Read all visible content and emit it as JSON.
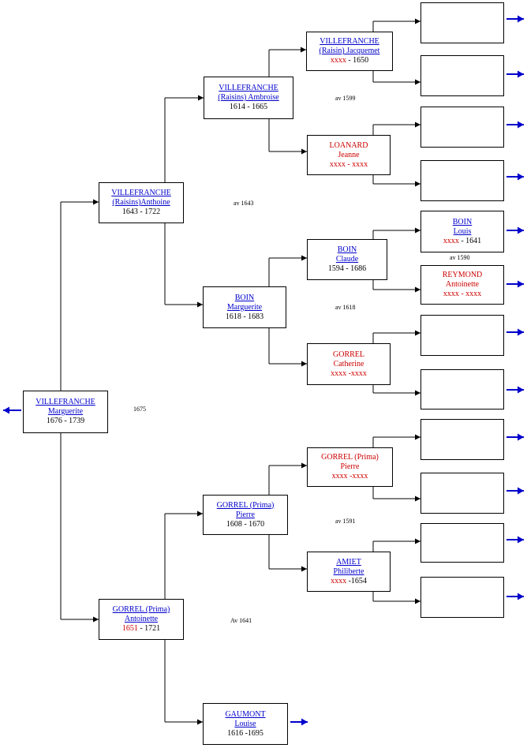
{
  "colors": {
    "link": "#0000cc",
    "unknown": "#cc0000",
    "line": "#000000",
    "arrow": "#0000cc"
  },
  "persons": {
    "g0": {
      "lines": [
        {
          "t": "VILLEFRANCHE",
          "c": "lnk"
        },
        {
          "t": "Marguerite",
          "c": "lnk"
        },
        {
          "t": "1676 - 1739",
          "c": "blk"
        }
      ]
    },
    "g1a": {
      "lines": [
        {
          "t": "VILLEFRANCHE",
          "c": "lnk"
        },
        {
          "t": "(Raisins)Anthoine",
          "c": "lnk"
        },
        {
          "t": "1643 - 1722",
          "c": "blk"
        }
      ]
    },
    "g1b": {
      "lines": [
        {
          "t": "GORREL (Prima)",
          "c": "lnk"
        },
        {
          "t": "Antoinette",
          "c": "lnk"
        },
        {
          "p": [
            {
              "t": "1651",
              "c": "red"
            },
            {
              "t": " - 1721",
              "c": "blk"
            }
          ]
        }
      ]
    },
    "g2a": {
      "lines": [
        {
          "t": "VILLEFRANCHE",
          "c": "lnk"
        },
        {
          "t": "(Raisins) Ambroise",
          "c": "lnk"
        },
        {
          "t": "1614 - 1665",
          "c": "blk"
        }
      ]
    },
    "g2b": {
      "lines": [
        {
          "t": "BOIN",
          "c": "lnk"
        },
        {
          "t": "Marguerite",
          "c": "lnk"
        },
        {
          "t": "1618 - 1683",
          "c": "blk"
        }
      ]
    },
    "g2c": {
      "lines": [
        {
          "t": "GORREL (Prima)",
          "c": "lnk"
        },
        {
          "t": "Pierre",
          "c": "lnk"
        },
        {
          "t": "1608 - 1670",
          "c": "blk"
        }
      ]
    },
    "g2d": {
      "lines": [
        {
          "t": "GAUMONT",
          "c": "lnk"
        },
        {
          "t": "Louise",
          "c": "lnk"
        },
        {
          "t": "1616 -1695",
          "c": "blk"
        }
      ]
    },
    "g3a": {
      "lines": [
        {
          "t": "VILLEFRANCHE",
          "c": "lnk"
        },
        {
          "t": "(Raisin) Jacquemet",
          "c": "lnk"
        },
        {
          "p": [
            {
              "t": "xxxx",
              "c": "red"
            },
            {
              "t": " - 1650",
              "c": "blk"
            }
          ]
        }
      ]
    },
    "g3b": {
      "lines": [
        {
          "t": "LOANARD",
          "c": "red"
        },
        {
          "t": "Jeanne",
          "c": "red"
        },
        {
          "t": "xxxx - xxxx",
          "c": "red"
        }
      ]
    },
    "g3c": {
      "lines": [
        {
          "t": "BOIN",
          "c": "lnk"
        },
        {
          "t": "Claude",
          "c": "lnk"
        },
        {
          "t": "1594 - 1686",
          "c": "blk"
        }
      ]
    },
    "g3d": {
      "lines": [
        {
          "t": "GORREL",
          "c": "red"
        },
        {
          "t": "Catherine",
          "c": "red"
        },
        {
          "t": "xxxx -xxxx",
          "c": "red"
        }
      ]
    },
    "g3e": {
      "lines": [
        {
          "t": "GORREL (Prima)",
          "c": "red"
        },
        {
          "t": "Pierre",
          "c": "red"
        },
        {
          "t": "xxxx -xxxx",
          "c": "red"
        }
      ]
    },
    "g3f": {
      "lines": [
        {
          "t": "AMIET",
          "c": "lnk"
        },
        {
          "t": "Philiberte",
          "c": "lnk"
        },
        {
          "p": [
            {
              "t": "xxxx",
              "c": "red"
            },
            {
              "t": " -1654",
              "c": "blk"
            }
          ]
        }
      ]
    },
    "g4a": {
      "lines": []
    },
    "g4b": {
      "lines": []
    },
    "g4c": {
      "lines": []
    },
    "g4d": {
      "lines": []
    },
    "g4e": {
      "lines": [
        {
          "t": "BOIN",
          "c": "lnk"
        },
        {
          "t": "Louis",
          "c": "lnk"
        },
        {
          "p": [
            {
              "t": "xxxx",
              "c": "red"
            },
            {
              "t": " - 1641",
              "c": "blk"
            }
          ]
        }
      ]
    },
    "g4f": {
      "lines": [
        {
          "t": "REYMOND",
          "c": "red"
        },
        {
          "t": "Antoinette",
          "c": "red"
        },
        {
          "t": "xxxx - xxxx",
          "c": "red"
        }
      ]
    },
    "g4g": {
      "lines": []
    },
    "g4h": {
      "lines": []
    },
    "g4i": {
      "lines": []
    },
    "g4j": {
      "lines": []
    },
    "g4k": {
      "lines": []
    },
    "g4l": {
      "lines": []
    }
  },
  "captions": {
    "m0": "1675",
    "m1a": "av 1643",
    "m1b": "Av 1641",
    "m2a": "av 1599",
    "m2b": "av 1618",
    "m2c": "av 1591",
    "m3c": "av 1590"
  }
}
